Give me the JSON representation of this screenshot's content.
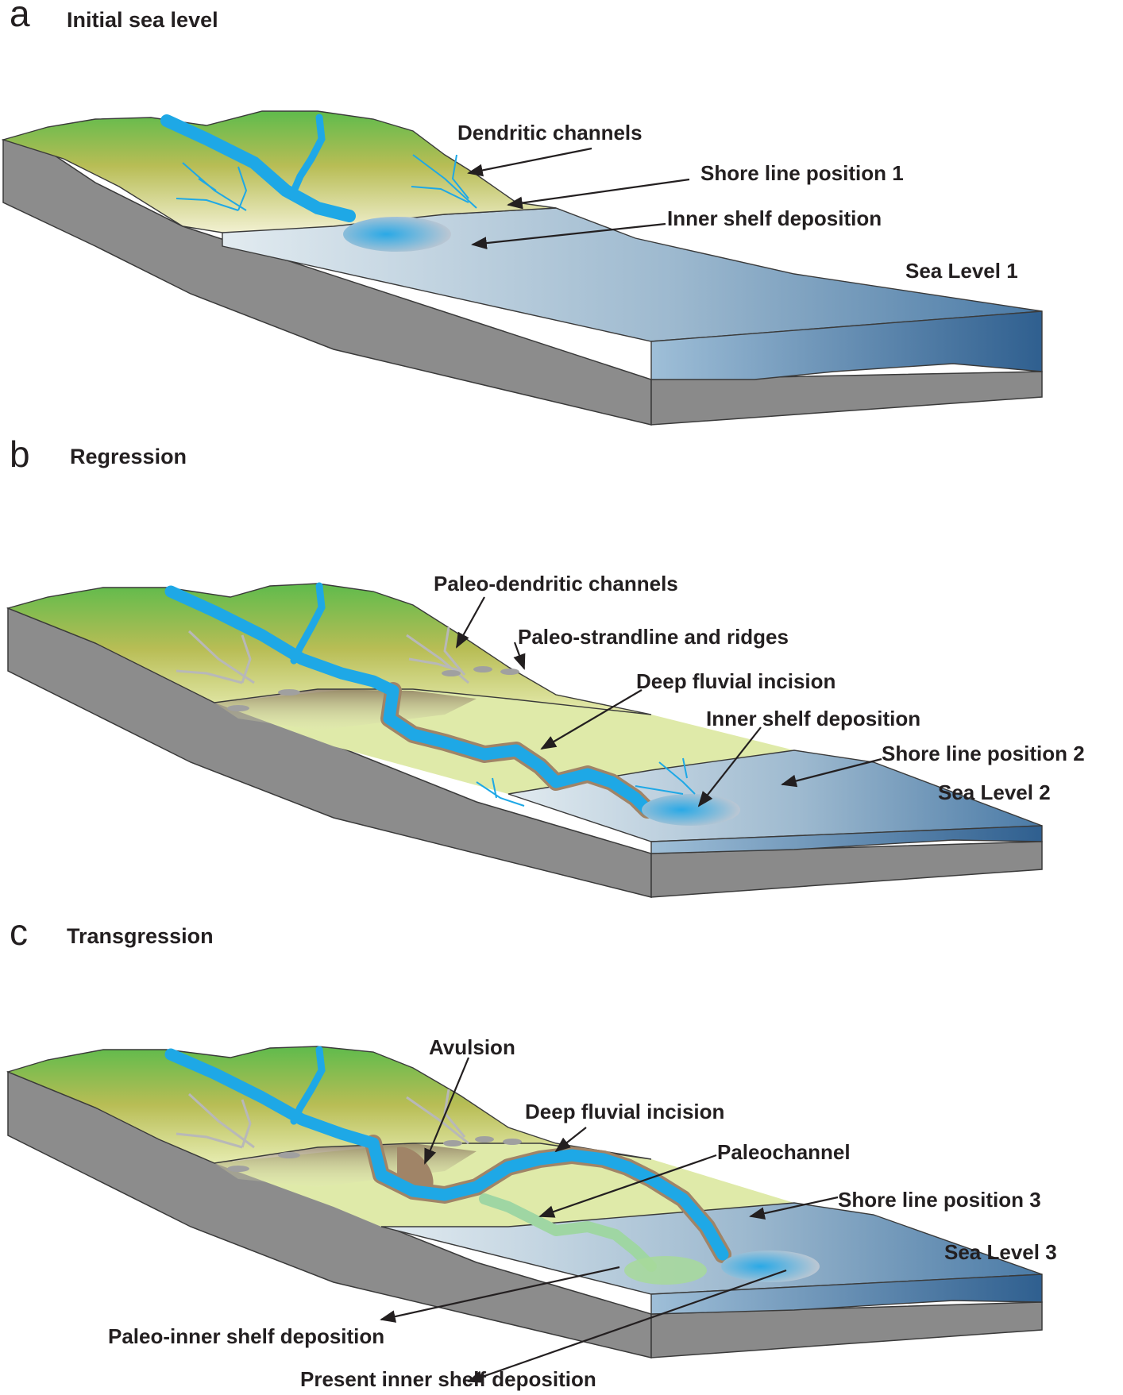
{
  "panels": [
    {
      "letter": "a",
      "title": "Initial sea level",
      "labels": [
        "Dendritic channels",
        "Shore line position 1",
        "Inner shelf deposition",
        "Sea Level 1"
      ]
    },
    {
      "letter": "b",
      "title": "Regression",
      "labels": [
        "Paleo-dendritic channels",
        "Paleo-strandline and ridges",
        "Deep fluvial incision",
        "Inner shelf deposition",
        "Shore line position 2",
        "Sea Level 2"
      ]
    },
    {
      "letter": "c",
      "title": "Transgression",
      "labels": [
        "Avulsion",
        "Deep fluvial incision",
        "Paleochannel",
        "Shore line position 3",
        "Sea Level 3",
        "Paleo-inner shelf deposition",
        "Present inner shelf deposition"
      ]
    }
  ],
  "colors": {
    "land_green": "#6dbf4b",
    "land_yellow": "#c8c46a",
    "shelf_light": "#dfe9a6",
    "sea_light": "#c9d9e6",
    "sea_dark": "#3f6f9e",
    "rock": "#8e8e8e",
    "river": "#1ea8e6",
    "incision": "#a08467",
    "paleo_channel": "#9fd6a3",
    "paleo_dendritic": "#b8b8b8"
  }
}
